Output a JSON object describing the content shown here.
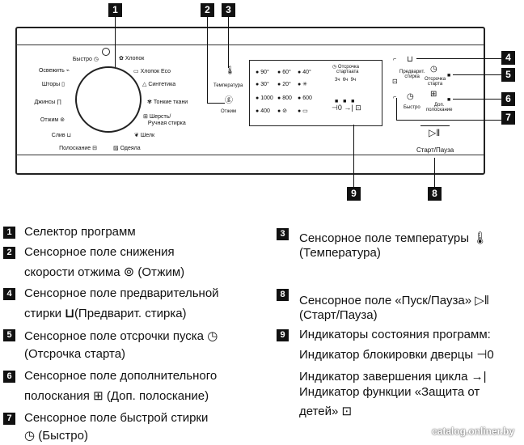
{
  "panel": {
    "programs_left": [
      "Быстро",
      "Освежить",
      "Шторы",
      "Джинсы",
      "Отжим",
      "Слив",
      "Полоскание"
    ],
    "programs_right": [
      "Хлопок",
      "Хлопок Eco",
      "Синтетика",
      "Тонкие ткани",
      "Шерсть/",
      "Ручная стирка",
      "Шелк",
      "Одеяла"
    ],
    "temp_label": "Температура",
    "spin_label": "Отжим",
    "temps_col1": [
      "90°",
      "30°",
      "1000",
      "400"
    ],
    "temps_col2": [
      "60°",
      "20°",
      "800"
    ],
    "temps_col3": [
      "40°",
      "600"
    ],
    "delay_label_1": "Отсрочка",
    "delay_label_2": "стартаата",
    "delay_hours": [
      "3ч",
      "6ч",
      "9ч"
    ],
    "prewash_label_1": "Предварит.",
    "prewash_label_2": "стирка",
    "delay_btn_label_1": "Отсрочка",
    "delay_btn_label_2": "старта",
    "quick_label": "Быстро",
    "rinse_label_1": "Доп.",
    "rinse_label_2": "полоскание",
    "start_label": "Старт/Пауза"
  },
  "callouts": [
    "1",
    "2",
    "3",
    "4",
    "5",
    "6",
    "7",
    "8",
    "9"
  ],
  "legend": {
    "item1": {
      "num": "1",
      "text": "Селектор программ"
    },
    "item2": {
      "num": "2",
      "line1": "Сенсорное поле снижения",
      "line2a": "скорости отжима",
      "line2b": "(Отжим)"
    },
    "item3": {
      "num": "3",
      "line1": "Сенсорное поле температуры",
      "line2": "(Температура)"
    },
    "item4": {
      "num": "4",
      "line1": "Сенсорное поле предварительной",
      "line2a": "стирки",
      "line2b": "(Предварит. стирка)"
    },
    "item5": {
      "num": "5",
      "line1": "Сенсорное поле отсрочки пуска",
      "line2": "(Отсрочка старта)"
    },
    "item6": {
      "num": "6",
      "line1": "Сенсорное поле дополнительного",
      "line2a": "полоскания",
      "line2b": "(Доп. полоскание)"
    },
    "item7": {
      "num": "7",
      "line1": "Сенсорное поле быстрой стирки",
      "line2": "(Быстро)"
    },
    "item8": {
      "num": "8",
      "line1": "Сенсорное поле «Пуск/Пауза»",
      "line2": "(Старт/Пауза)"
    },
    "item9": {
      "num": "9",
      "line1": "Индикаторы состояния программ:",
      "line2": "Индикатор блокировки дверцы",
      "line3": "Индикатор завершения цикла",
      "line4": "Индикатор функции «Защита от",
      "line5": "детей»"
    }
  },
  "watermark": "catalog.onliner.by",
  "icons": [
    "stopwatch-icon",
    "shirt-icon",
    "spin-icon",
    "thermometer-icon",
    "prewash-icon",
    "rinse-icon",
    "start-pause-icon",
    "door-lock-icon",
    "cycle-end-icon",
    "child-lock-icon"
  ]
}
